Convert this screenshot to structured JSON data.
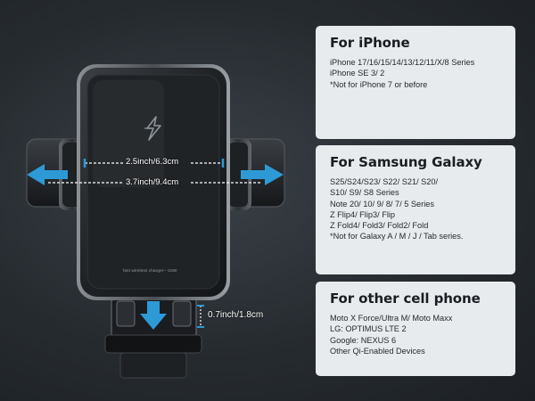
{
  "colors": {
    "background": "#262b30",
    "panel": "#e8ebee",
    "arrow": "#2d9ad6",
    "heading": "#1a1d21"
  },
  "product": {
    "icon": "lightning-bolt-icon",
    "charger_label": "fast wireless charger---15W",
    "dimensions": {
      "inner_width": "2.5inch/6.3cm",
      "outer_width": "3.7inch/9.4cm",
      "bottom_height": "0.7inch/1.8cm"
    }
  },
  "panels": [
    {
      "title": "For iPhone",
      "lines": [
        "iPhone 17/16/15/14/13/12/11/X/8 Series",
        "iPhone SE 3/ 2",
        "*Not for iPhone 7 or before"
      ]
    },
    {
      "title": "For Samsung Galaxy",
      "lines": [
        "S25/S24/S23/ S22/ S21/ S20/",
        "S10/ S9/ S8 Series",
        "Note 20/ 10/ 9/ 8/ 7/ 5 Series",
        "Z Flip4/ Flip3/ Flip",
        "Z Fold4/ Fold3/ Fold2/ Fold",
        "*Not for Galaxy A / M / J / Tab series."
      ]
    },
    {
      "title": "For other cell phone",
      "lines": [
        "Moto X Force/Ultra M/ Moto Maxx",
        "LG: OPTIMUS LTE 2",
        "Google: NEXUS 6",
        "Other Qi-Enabled Devices"
      ]
    }
  ]
}
